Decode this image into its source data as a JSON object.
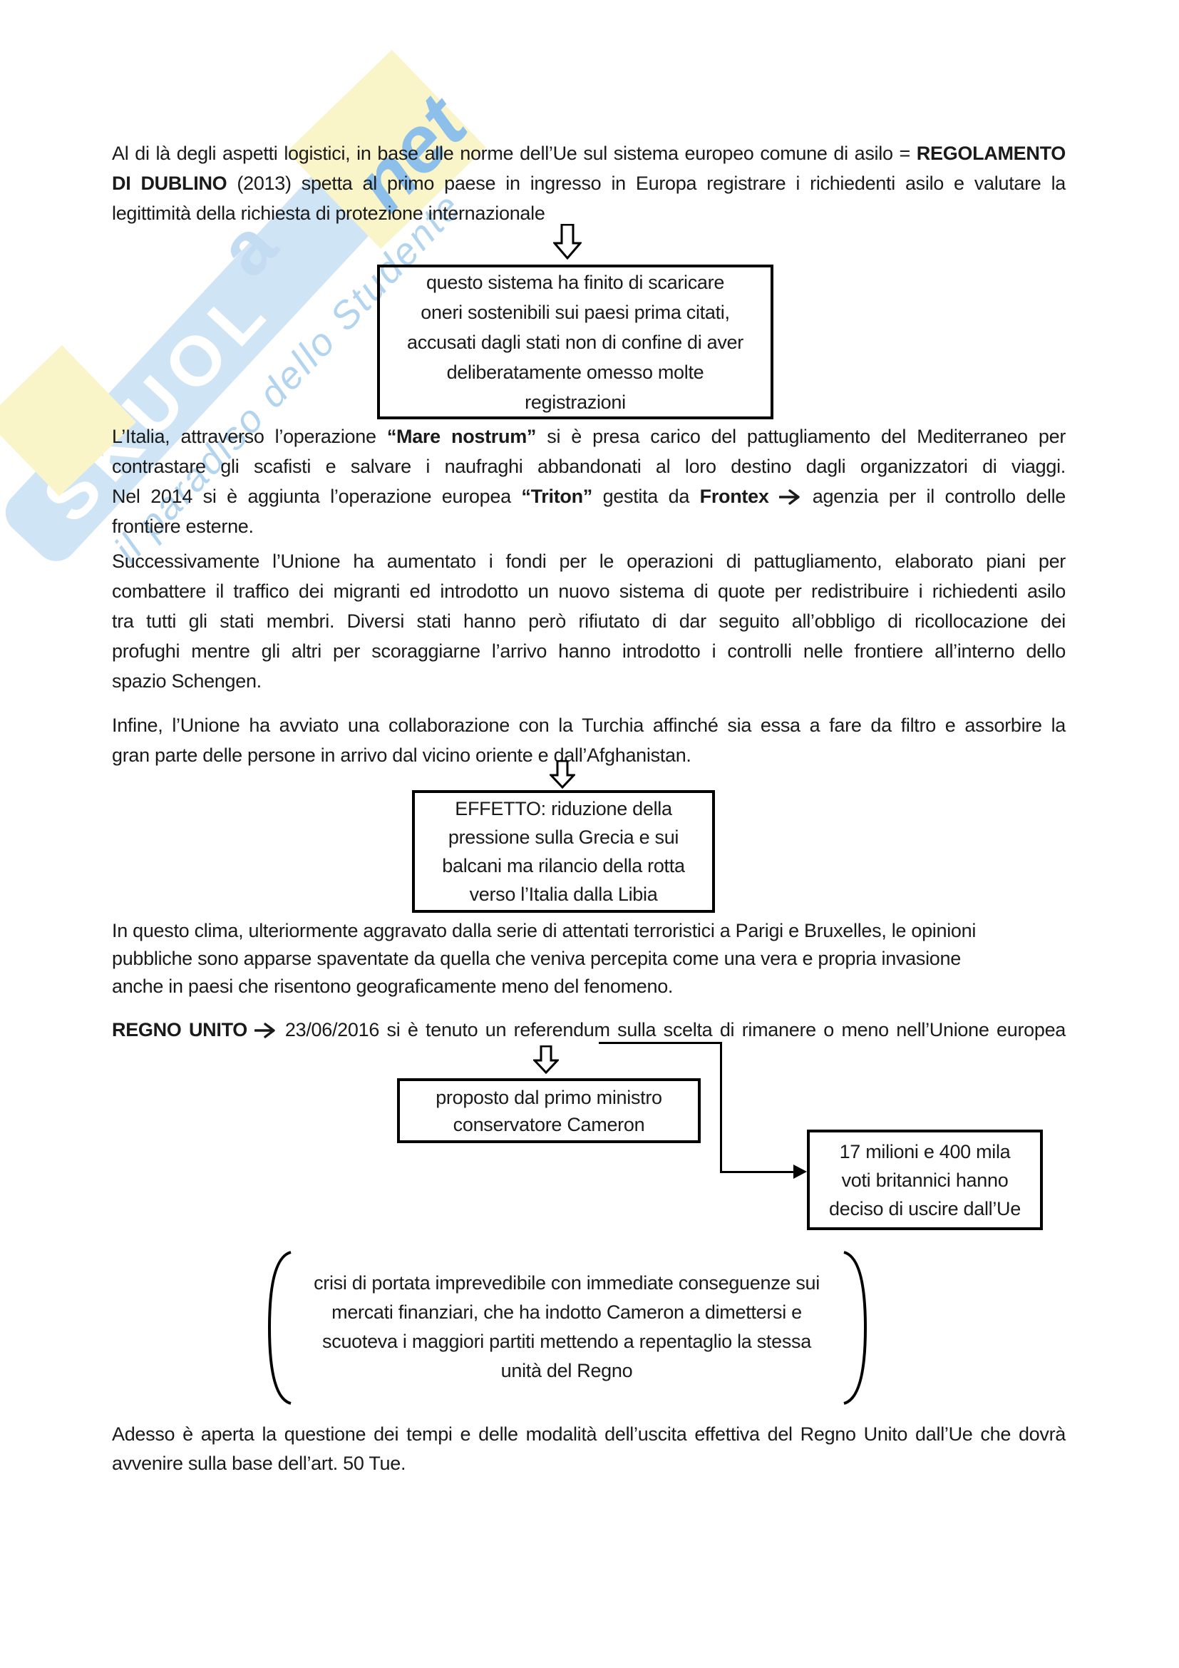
{
  "watermark": {
    "brand_band_text": "SKUOL",
    "brand_tail": "a",
    "brand_script": "net",
    "tagline": "il paradiso dello Studente",
    "band_color": "#cfe4f5",
    "letter_color": "#ffffff",
    "tail_color": "#c3dcf2",
    "script_color": "#8cc0ea",
    "tagline_color": "#b3d4ee",
    "diamond_color": "#faf4c9"
  },
  "p1": {
    "l1": [
      {
        "t": "Al di là degli aspetti logistici, in base alle norme dell’Ue sul sistema europeo comune di asilo = "
      },
      {
        "t": "REGOLAMENTO",
        "b": true
      }
    ],
    "l2": [
      {
        "t": "DI DUBLINO",
        "b": true
      },
      {
        "t": " (2013) spetta al primo paese in ingresso in Europa registrare i richiedenti asilo e valutare la"
      }
    ],
    "l3": [
      {
        "t": "legittimità della richiesta di protezione internazionale"
      }
    ]
  },
  "box1": {
    "l1": "questo sistema ha finito di scaricare",
    "l2": "oneri sostenibili sui paesi prima citati,",
    "l3": "accusati dagli stati non di confine di aver",
    "l4": "deliberatamente omesso molte",
    "l5": "registrazioni"
  },
  "p2": {
    "l1": [
      {
        "t": "L’Italia, attraverso l’operazione "
      },
      {
        "t": "“Mare nostrum”",
        "b": true
      },
      {
        "t": " si è presa carico del pattugliamento del Mediterraneo per"
      }
    ],
    "l2": [
      {
        "t": "contrastare gli scafisti e salvare i naufraghi abbandonati al loro destino dagli organizzatori di viaggi."
      }
    ],
    "l3": [
      {
        "t": "Nel 2014 si è aggiunta l’operazione europea "
      },
      {
        "t": "“Triton”",
        "b": true
      },
      {
        "t": " gestita da "
      },
      {
        "t": "Frontex",
        "b": true
      },
      {
        "t": " "
      },
      {
        "t": "→",
        "a": true
      },
      {
        "t": " agenzia per il controllo delle"
      }
    ],
    "l4": [
      {
        "t": "frontiere esterne."
      }
    ]
  },
  "p3": {
    "l1": [
      {
        "t": "Successivamente l’Unione ha aumentato i fondi per le operazioni di pattugliamento, elaborato piani per"
      }
    ],
    "l2": [
      {
        "t": "combattere il traffico dei migranti ed introdotto un nuovo sistema di quote per redistribuire i richiedenti asilo"
      }
    ],
    "l3": [
      {
        "t": "tra tutti gli stati membri. Diversi stati hanno però rifiutato di dar seguito all’obbligo di ricollocazione dei"
      }
    ],
    "l4": [
      {
        "t": "profughi mentre gli altri per scoraggiarne l’arrivo hanno introdotto i controlli nelle frontiere all’interno dello"
      }
    ],
    "l5": [
      {
        "t": "spazio Schengen."
      }
    ]
  },
  "p4": {
    "l1": [
      {
        "t": "Infine, l’Unione ha avviato una collaborazione con la Turchia affinché sia essa a fare da filtro e assorbire la"
      }
    ],
    "l2": [
      {
        "t": "gran parte delle persone in arrivo dal vicino oriente e dall’Afghanistan."
      }
    ]
  },
  "box2": {
    "l1": "EFFETTO: riduzione della",
    "l2": "pressione sulla Grecia e sui",
    "l3": "balcani ma rilancio della rotta",
    "l4": "verso l’Italia dalla Libia"
  },
  "p5": {
    "l1": [
      {
        "t": "In questo clima, ulteriormente aggravato dalla serie di attentati terroristici a Parigi e Bruxelles, le opinioni"
      }
    ],
    "l2": [
      {
        "t": "pubbliche sono apparse spaventate da quella che veniva percepita come una vera e propria invasione"
      }
    ],
    "l3": [
      {
        "t": "anche in paesi che risentono geograficamente meno del fenomeno."
      }
    ]
  },
  "regno": {
    "l1": [
      {
        "t": "REGNO UNITO",
        "b": true
      },
      {
        "t": " "
      },
      {
        "t": "→",
        "a": true
      },
      {
        "t": " 23/06/2016 si è tenuto un referendum sulla scelta di rimanere o meno nell’Unione europea"
      }
    ]
  },
  "box3": {
    "l1": "proposto dal primo ministro",
    "l2": "conservatore Cameron"
  },
  "box4": {
    "l1": "17 milioni e 400 mila",
    "l2": "voti britannici hanno",
    "l3": "deciso di uscire dall’Ue"
  },
  "bracket": {
    "l1": [
      {
        "t": "crisi di portata imprevedibile con immediate conseguenze sui"
      }
    ],
    "l2": [
      {
        "t": "mercati finanziari, che ha indotto Cameron a dimettersi e"
      }
    ],
    "l3": [
      {
        "t": "scuoteva i maggiori partiti mettendo a repentaglio la stessa"
      }
    ],
    "l4": [
      {
        "t": "unità del Regno"
      }
    ]
  },
  "p6": {
    "l1": [
      {
        "t": "Adesso è aperta la questione dei tempi e delle modalità dell’uscita effettiva del Regno Unito dall’Ue che dovrà"
      }
    ],
    "l2": [
      {
        "t": "avvenire sulla base dell’art. 50 Tue."
      }
    ]
  }
}
